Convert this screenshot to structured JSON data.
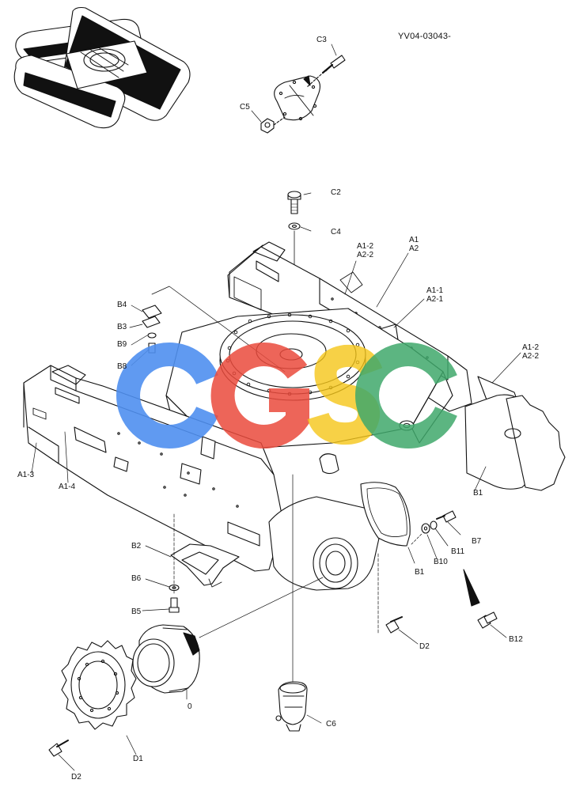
{
  "doc_id": "YV04-03043-",
  "watermark": {
    "letters": [
      "C",
      "G",
      "S",
      "C"
    ],
    "colors": [
      "#4f8ff0",
      "#ea4a3c",
      "#f5c518",
      "#3fa86b"
    ]
  },
  "callouts": {
    "C3": "C3",
    "C5": "C5",
    "C2": "C2",
    "C4": "C4",
    "A1_2_A2_2_top": [
      "A1-2",
      "A2-2"
    ],
    "A1_A2": [
      "A1",
      "A2"
    ],
    "A1_1_A2_1": [
      "A1-1",
      "A2-1"
    ],
    "A1_2_A2_2_right": [
      "A1-2",
      "A2-2"
    ],
    "B4": "B4",
    "B3": "B3",
    "B9": "B9",
    "B8": "B8",
    "A1_3": "A1-3",
    "A1_4": "A1-4",
    "B1_right": "B1",
    "B1_lower": "B1",
    "B7": "B7",
    "B11": "B11",
    "B10": "B10",
    "B12": "B12",
    "B2": "B2",
    "B6": "B6",
    "B5": "B5",
    "D2_right": "D2",
    "D2_left": "D2",
    "motor_0": "0",
    "D1": "D1",
    "C6": "C6"
  }
}
